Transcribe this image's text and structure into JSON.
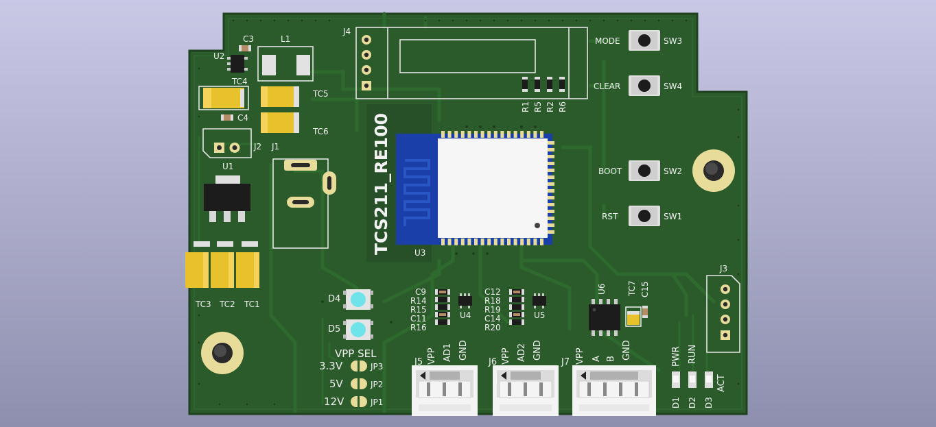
{
  "board": {
    "colors": {
      "pcb": "#2b5a2b",
      "pcb_edge": "#1e421e",
      "silkscreen": "#f2f2f2",
      "gold": "#e8dc9a",
      "tantalum": "#e8c22c",
      "module_blue": "#1a3fa8",
      "led_cyan": "#6fe3ea",
      "connector_white": "#f4f4f4"
    },
    "module_label": "TCS211_RE100",
    "module_ref": "U3",
    "top_refs": {
      "c3": "C3",
      "l1": "L1",
      "u2": "U2",
      "tc4": "TC4",
      "tc5": "TC5",
      "tc6": "TC6",
      "c4": "C4",
      "j2": "J2",
      "j1": "J1",
      "u1": "U1",
      "j4": "J4"
    },
    "resistor_refs": [
      "R1",
      "R5",
      "R2",
      "R6"
    ],
    "switches": [
      {
        "label": "MODE",
        "ref": "SW3"
      },
      {
        "label": "CLEAR",
        "ref": "SW4"
      },
      {
        "label": "BOOT",
        "ref": "SW2"
      },
      {
        "label": "RST",
        "ref": "SW1"
      }
    ],
    "tantalum_bottom": [
      "TC3",
      "TC2",
      "TC1"
    ],
    "leds": [
      "D4",
      "D5"
    ],
    "passives_group1": [
      "C9",
      "R14",
      "R15",
      "C11",
      "R16"
    ],
    "passives_group2": [
      "C12",
      "R18",
      "R19",
      "C14",
      "R20"
    ],
    "ic_refs": {
      "u4": "U4",
      "u5": "U5",
      "u6": "U6",
      "tc7": "TC7",
      "c15": "C15",
      "j3": "J3"
    },
    "vpp_sel": {
      "title": "VPP SEL",
      "jumpers": [
        {
          "voltage": "3.3V",
          "ref": "JP3"
        },
        {
          "voltage": "5V",
          "ref": "JP2"
        },
        {
          "voltage": "12V",
          "ref": "JP1"
        }
      ]
    },
    "connectors": [
      {
        "ref": "J5",
        "pins": [
          "VPP",
          "AD1",
          "GND"
        ]
      },
      {
        "ref": "J6",
        "pins": [
          "VPP",
          "AD2",
          "GND"
        ]
      },
      {
        "ref": "J7",
        "pins": [
          "VPP",
          "A",
          "B",
          "GND"
        ]
      }
    ],
    "status_leds": [
      {
        "ref": "D1",
        "label": "PWR"
      },
      {
        "ref": "D2",
        "label": "RUN"
      },
      {
        "ref": "D3",
        "label": "ACT"
      }
    ]
  }
}
